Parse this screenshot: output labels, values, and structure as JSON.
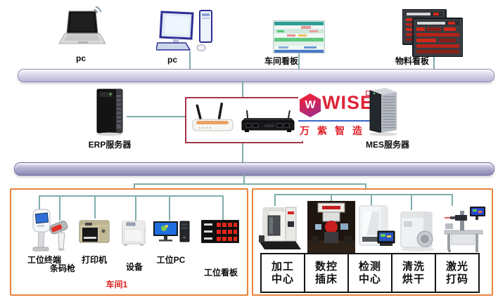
{
  "top": {
    "devices": [
      {
        "label": "pc"
      },
      {
        "label": "pc"
      },
      {
        "label": "车间看板"
      },
      {
        "label": "物料看板"
      }
    ]
  },
  "middle": {
    "erp_label": "ERP服务器",
    "mes_label": "MES服务器",
    "logo": {
      "monogram": "W",
      "brand": "WISE",
      "tagline": "万紫智造"
    }
  },
  "workshop1": {
    "title": "车间1",
    "device_labels": [
      "工位终端",
      "条码枪",
      "打印机",
      "设备",
      "工位PC",
      "工位看板"
    ]
  },
  "workshop2": {
    "machines": [
      {
        "line1": "加工",
        "line2": "中心"
      },
      {
        "line1": "数控",
        "line2": "插床"
      },
      {
        "line1": "检测",
        "line2": "中心"
      },
      {
        "line1": "清洗",
        "line2": "烘干"
      },
      {
        "line1": "激光",
        "line2": "打码"
      }
    ]
  },
  "colors": {
    "connector": "#7fadab",
    "bus_border": "#8f8cb0",
    "workshop_border": "#e8823d",
    "network_box_border": "#a23648",
    "logo_red": "#dd2438",
    "workshop_title_red": "#e01f1f"
  }
}
